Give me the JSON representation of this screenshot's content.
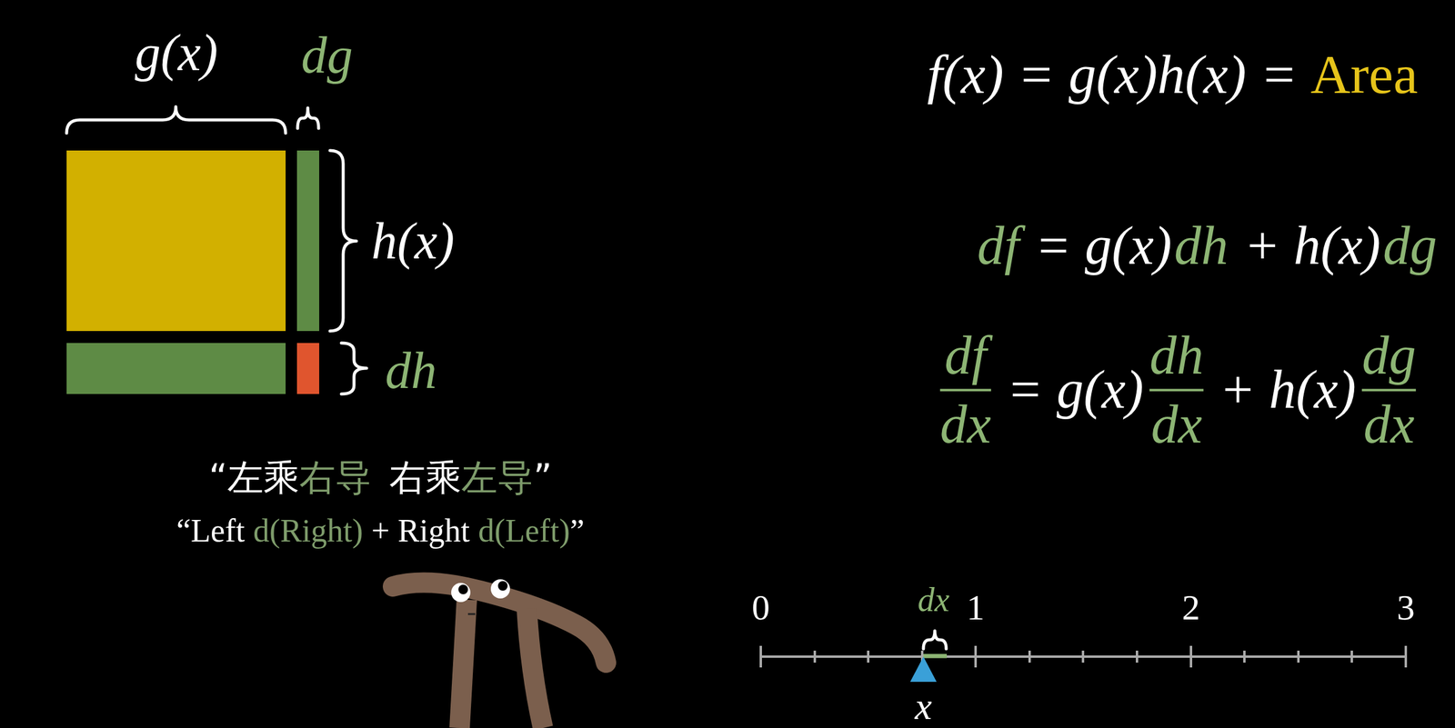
{
  "diagram": {
    "labels": [
      "g(x)",
      "dg",
      "h(x)",
      "dh",
      "f(x) = g(x)h(x) =",
      "Area",
      "df",
      "= g(x)",
      "dh",
      "+ h(x)",
      "dg",
      "df",
      "dx",
      "= g(x)",
      "dh",
      "dx",
      "+ h(x)",
      "dg",
      "dx",
      "“左乘",
      "右导",
      "右乘",
      "左导",
      "”",
      "“Left",
      "d(Right)",
      "+ Right",
      "d(Left)",
      "”",
      "0",
      "1",
      "2",
      "3",
      "dx",
      "x"
    ]
  }
}
